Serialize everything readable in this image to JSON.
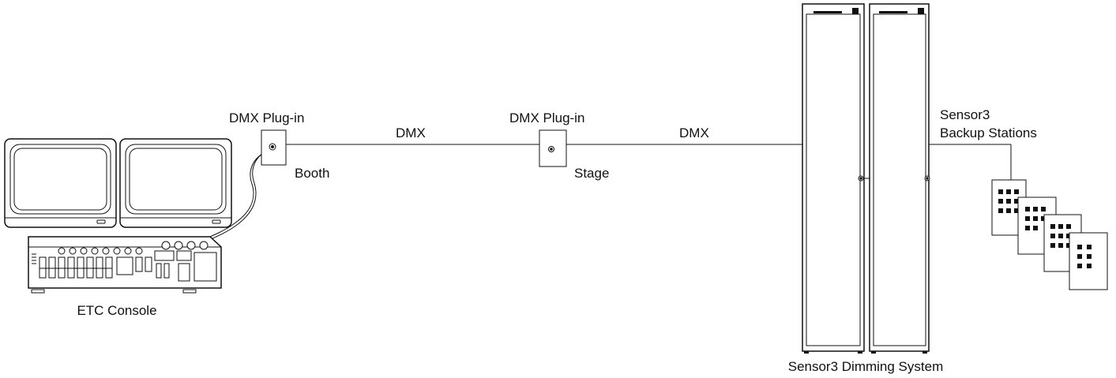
{
  "labels": {
    "console": "ETC Console",
    "plugin_booth_title": "DMX Plug-in",
    "plugin_booth_location": "Booth",
    "plugin_stage_title": "DMX Plug-in",
    "plugin_stage_location": "Stage",
    "dmx_link_1": "DMX",
    "dmx_link_2": "DMX",
    "dimming_system": "Sensor3 Dimming System",
    "backup_stations_line1": "Sensor3",
    "backup_stations_line2": "Backup Stations"
  },
  "colors": {
    "stroke": "#111111",
    "background": "#ffffff",
    "screen_gray": "#d9d9d9"
  }
}
